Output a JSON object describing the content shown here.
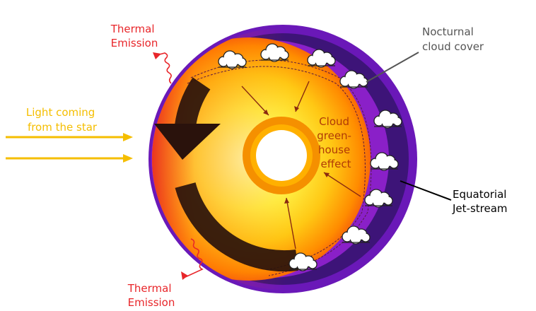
{
  "labels": {
    "thermal_top": [
      "Thermal",
      "Emission"
    ],
    "thermal_bottom": [
      "Thermal",
      "Emission"
    ],
    "light": [
      "Light coming",
      "from the star"
    ],
    "nocturnal": [
      "Nocturnal",
      "cloud cover"
    ],
    "cloud_greenhouse": [
      "Cloud",
      "green-",
      "house",
      "effect"
    ],
    "jet": [
      "Equatorial",
      "Jet-stream"
    ]
  },
  "colors": {
    "thermal": "#e8262a",
    "light": "#f5be00",
    "greenhouse": "#b03a06",
    "nocturnal": "#555555",
    "jet": "#000000"
  },
  "icons": {
    "clouds": "cloud-icon",
    "arrows": "arrow-icon"
  }
}
